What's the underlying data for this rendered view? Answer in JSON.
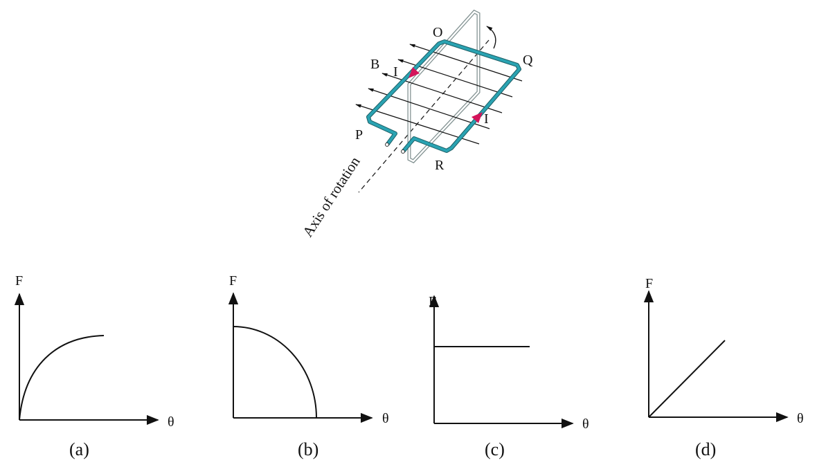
{
  "coil_diagram": {
    "labels": {
      "O": "O",
      "Q": "Q",
      "B": "B",
      "I_top": "I",
      "I_right": "I",
      "P": "P",
      "R": "R"
    },
    "axis_label": "Axis of rotation",
    "colors": {
      "coil": "#2aa3b2",
      "current_arrow": "#d4145a",
      "frame": "#8a9a9a"
    }
  },
  "graphs": [
    {
      "id": "a",
      "caption": "(a)",
      "ylabel": "F",
      "xlabel": "θ",
      "shape": "concave-down rising curve from origin"
    },
    {
      "id": "b",
      "caption": "(b)",
      "ylabel": "F",
      "xlabel": "θ",
      "shape": "quarter-circle decreasing to zero"
    },
    {
      "id": "c",
      "caption": "(c)",
      "ylabel": "F",
      "xlabel": "θ",
      "shape": "constant horizontal line"
    },
    {
      "id": "d",
      "caption": "(d)",
      "ylabel": "F",
      "xlabel": "θ",
      "shape": "straight line through origin"
    }
  ]
}
